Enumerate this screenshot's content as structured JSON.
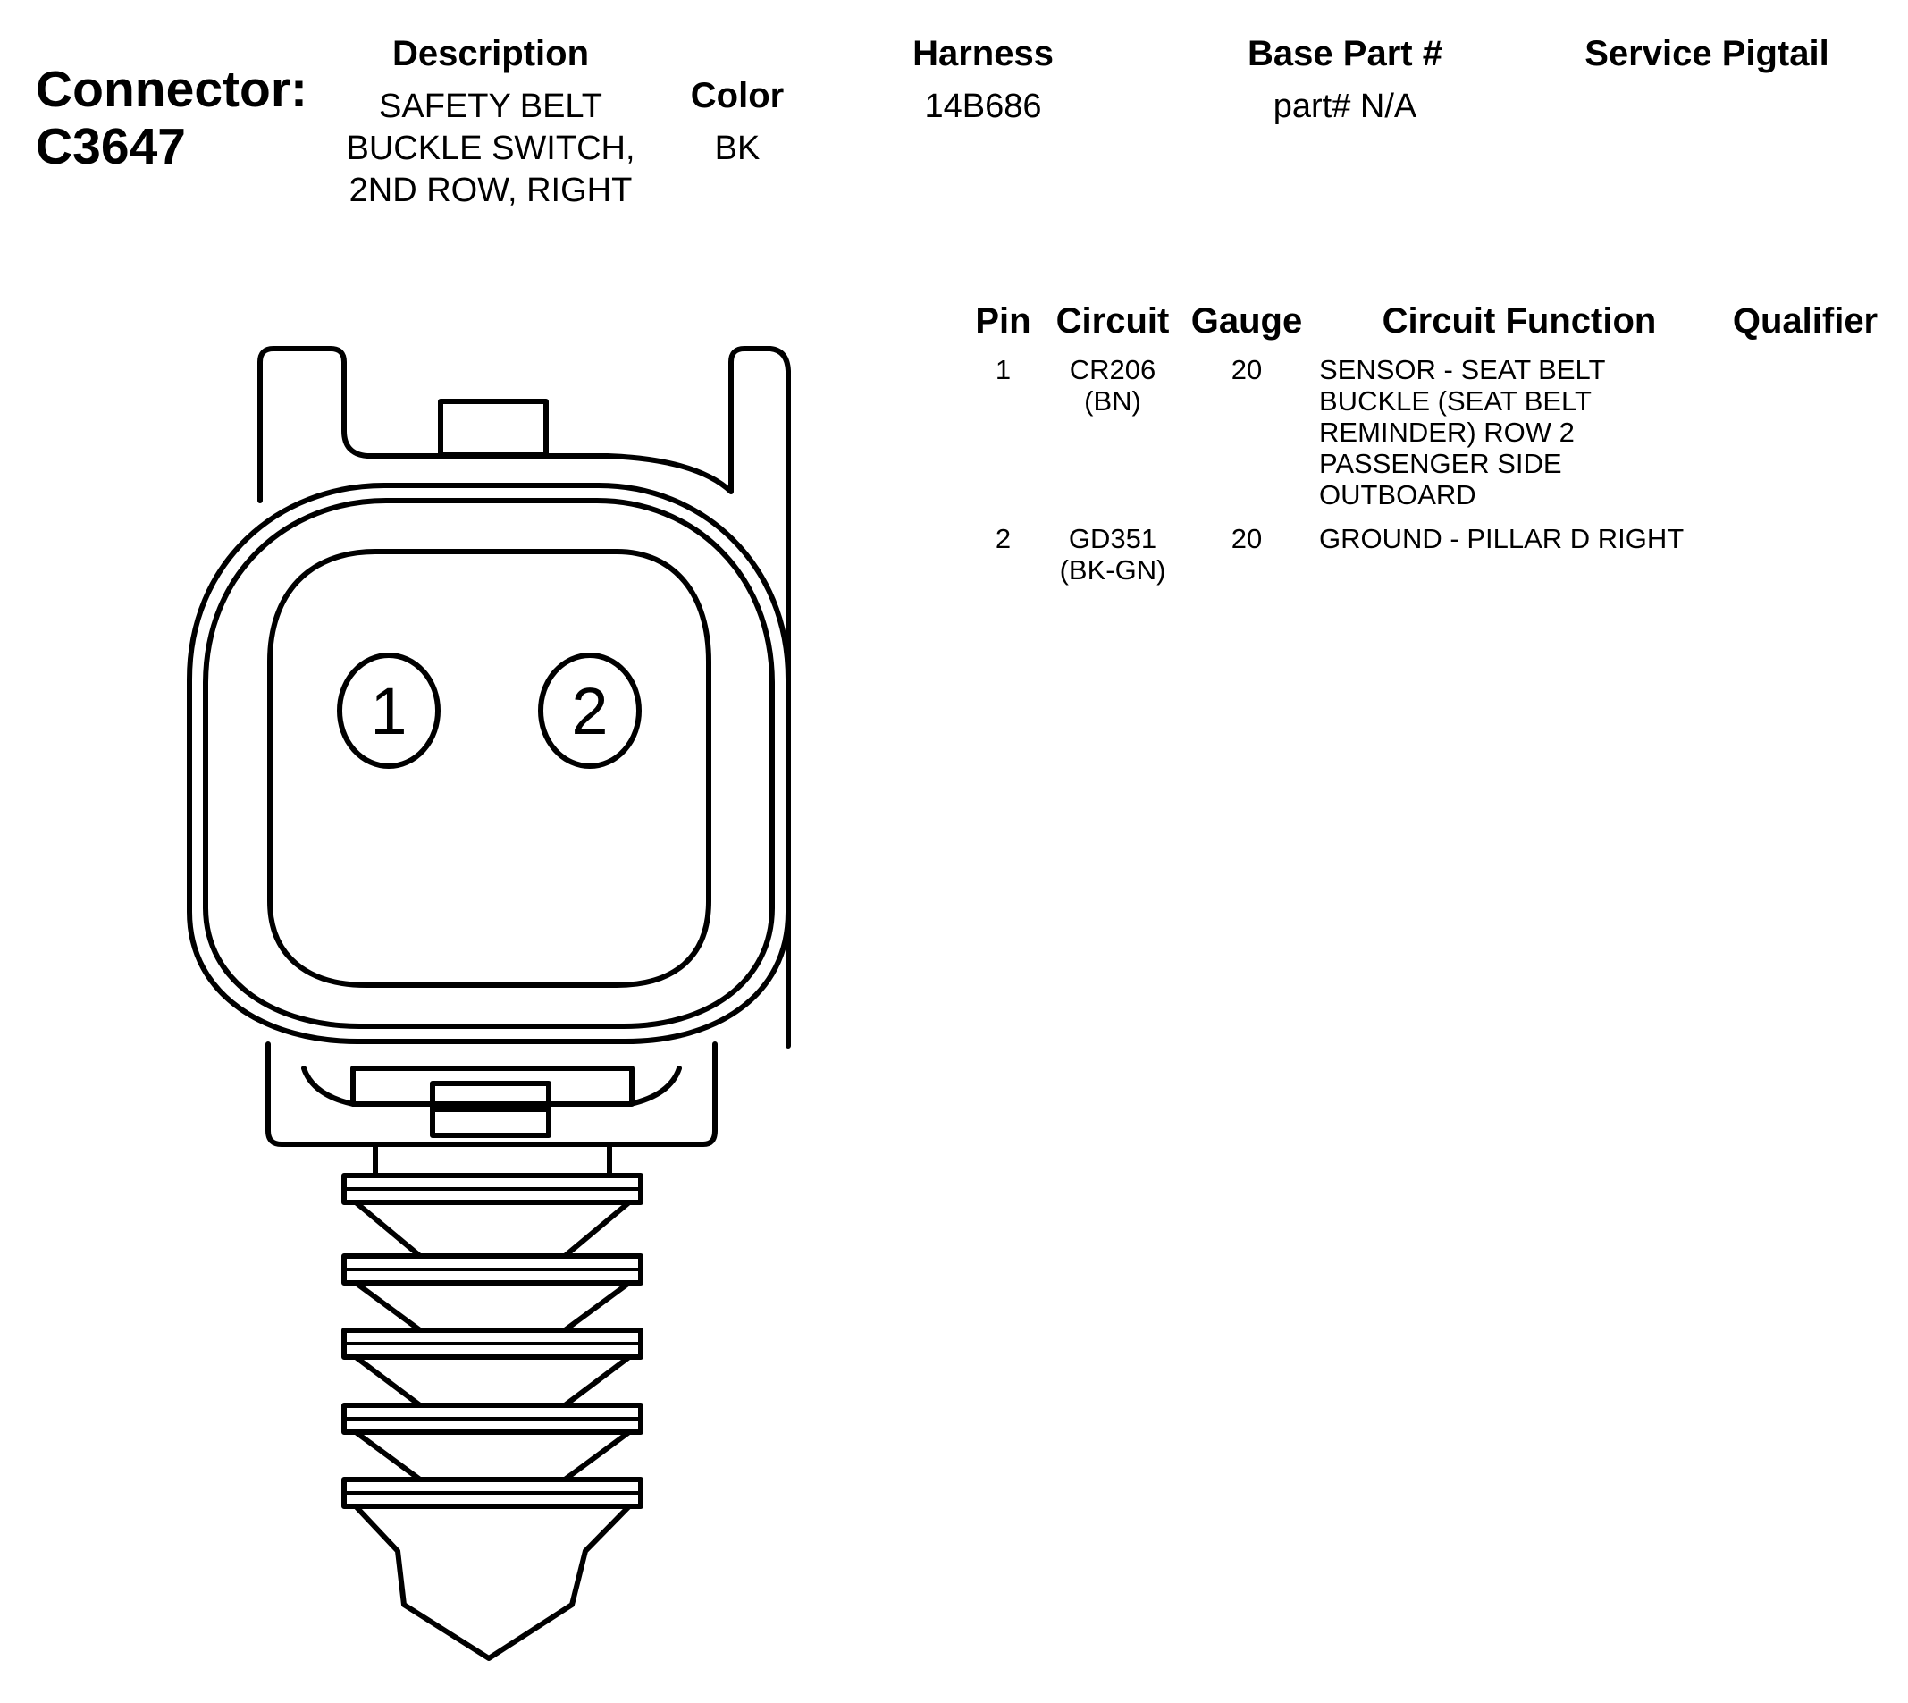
{
  "connector": {
    "label": "Connector:",
    "id": "C3647"
  },
  "info_headers": {
    "description": "Description",
    "color": "Color",
    "harness": "Harness",
    "base_part": "Base Part #",
    "service_pigtail": "Service Pigtail"
  },
  "info_values": {
    "description_lines": [
      "SAFETY BELT",
      "BUCKLE SWITCH,",
      "2ND ROW, RIGHT"
    ],
    "color": "BK",
    "harness": "14B686",
    "base_part": "part# N/A",
    "service_pigtail": ""
  },
  "pin_table": {
    "headers": {
      "pin": "Pin",
      "circuit": "Circuit",
      "gauge": "Gauge",
      "circuit_function": "Circuit Function",
      "qualifier": "Qualifier"
    },
    "rows": [
      {
        "pin": "1",
        "circuit": [
          "CR206",
          "(BN)"
        ],
        "gauge": "20",
        "function": [
          "SENSOR - SEAT BELT",
          "BUCKLE (SEAT BELT",
          "REMINDER) ROW 2",
          "PASSENGER SIDE",
          "OUTBOARD"
        ],
        "qualifier": ""
      },
      {
        "pin": "2",
        "circuit": [
          "GD351",
          "(BK-GN)"
        ],
        "gauge": "20",
        "function": [
          "GROUND - PILLAR D RIGHT"
        ],
        "qualifier": ""
      }
    ]
  },
  "diagram": {
    "pin_labels": [
      "1",
      "2"
    ],
    "line_color": "#000000"
  }
}
